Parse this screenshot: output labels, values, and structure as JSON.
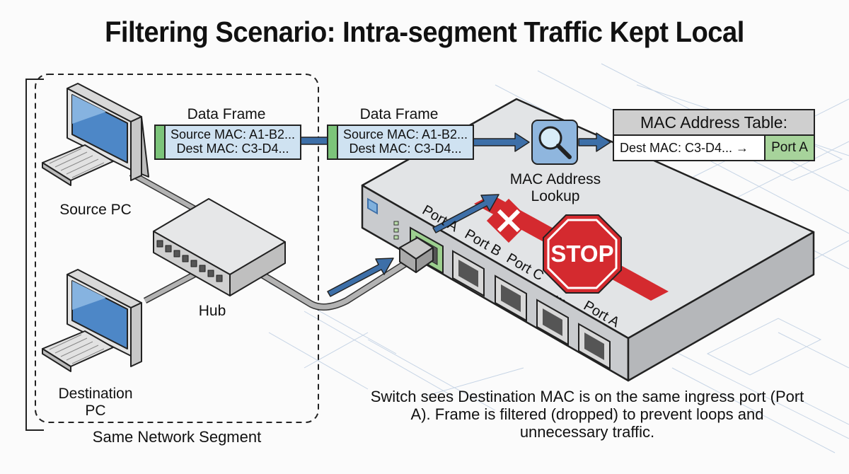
{
  "title": "Filtering Scenario: Intra-segment Traffic Kept Local",
  "segment": {
    "label": "Same Network Segment",
    "devices": {
      "source_pc": "Source PC",
      "destination_pc_line1": "Destination",
      "destination_pc_line2": "PC",
      "hub": "Hub"
    }
  },
  "frames": [
    {
      "heading": "Data Frame",
      "source_mac": "Source MAC: A1-B2...",
      "dest_mac": "Dest MAC: C3-D4..."
    },
    {
      "heading": "Data Frame",
      "source_mac": "Source MAC: A1-B2...",
      "dest_mac": "Dest MAC: C3-D4..."
    }
  ],
  "lookup": {
    "line1": "MAC Address",
    "line2": "Lookup",
    "icon": "magnifier-icon"
  },
  "mac_table": {
    "header": "MAC Address Table:",
    "entry_key": "Dest MAC: C3-D4... →",
    "entry_value": "Port A"
  },
  "switch": {
    "ports": [
      "Port A",
      "Port B",
      "Port C",
      "...",
      "Port A"
    ],
    "stop_sign": "STOP",
    "blocked_icon": "x-mark-icon"
  },
  "description": "Switch sees Destination MAC is on the same ingress port (Port A). Frame is filtered (dropped) to prevent loops and unnecessary traffic.",
  "colors": {
    "frame_fill": "#cfe2f1",
    "frame_tab": "#7cc47a",
    "arrow": "#3d6fa8",
    "stop_red": "#d42a2f",
    "port_green": "#a7d39b",
    "switch_gray": "#e2e4e6"
  }
}
